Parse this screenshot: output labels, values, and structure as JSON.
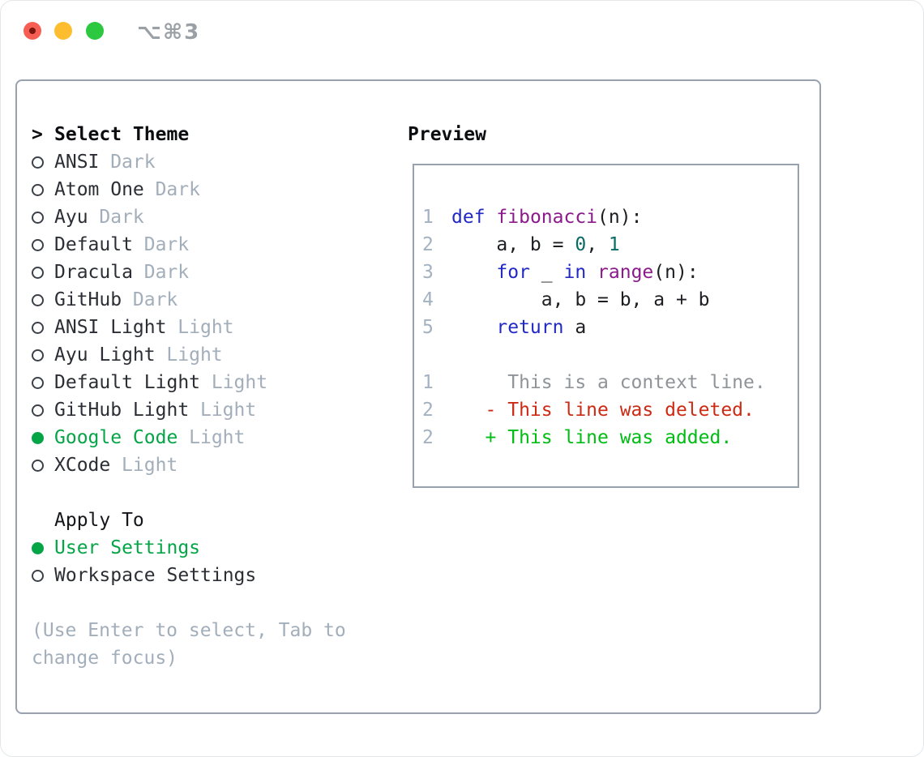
{
  "window": {
    "shortcut_label": "⌥⌘3"
  },
  "colors": {
    "border_gray": "#98a2ae",
    "selected_green": "#05a547",
    "added_green": "#00bd13",
    "deleted_red": "#cd2a14",
    "keyword_blue": "#2228c4",
    "function_purple": "#8b1a8b",
    "number_teal": "#0a6b66",
    "muted_gray": "#a3aebb",
    "line_number_gray": "#a3b2c2",
    "traffic_red": "#f75e53",
    "traffic_yellow": "#fdbd2e",
    "traffic_green": "#2bc840"
  },
  "theme_panel": {
    "header": {
      "prefix": ">",
      "label": "Select Theme"
    },
    "themes": [
      {
        "name": "ANSI",
        "tag": "Dark",
        "selected": false
      },
      {
        "name": "Atom One",
        "tag": "Dark",
        "selected": false
      },
      {
        "name": "Ayu",
        "tag": "Dark",
        "selected": false
      },
      {
        "name": "Default",
        "tag": "Dark",
        "selected": false
      },
      {
        "name": "Dracula",
        "tag": "Dark",
        "selected": false
      },
      {
        "name": "GitHub",
        "tag": "Dark",
        "selected": false
      },
      {
        "name": "ANSI Light",
        "tag": "Light",
        "selected": false
      },
      {
        "name": "Ayu Light",
        "tag": "Light",
        "selected": false
      },
      {
        "name": "Default Light",
        "tag": "Light",
        "selected": false
      },
      {
        "name": "GitHub Light",
        "tag": "Light",
        "selected": false
      },
      {
        "name": "Google Code",
        "tag": "Light",
        "selected": true
      },
      {
        "name": "XCode",
        "tag": "Light",
        "selected": false
      }
    ],
    "apply_to": {
      "label": "Apply To",
      "options": [
        {
          "name": "User Settings",
          "selected": true
        },
        {
          "name": "Workspace Settings",
          "selected": false
        }
      ]
    },
    "hint_line1": "(Use Enter to select, Tab to",
    "hint_line2": "change focus)"
  },
  "preview": {
    "title": "Preview",
    "code_lines": [
      {
        "num": "1",
        "segments": {
          "0": {
            "text": "def"
          },
          "1": {
            "text": " "
          },
          "2": {
            "text": "fibonacci"
          },
          "3": {
            "text": "(n):"
          }
        }
      },
      {
        "num": "2",
        "segments": {
          "0": {
            "text": "    a, b = "
          },
          "1": {
            "text": "0"
          },
          "2": {
            "text": ", "
          },
          "3": {
            "text": "1"
          }
        }
      },
      {
        "num": "3",
        "segments": {
          "0": {
            "text": "    "
          },
          "1": {
            "text": "for"
          },
          "2": {
            "text": " _ "
          },
          "3": {
            "text": "in"
          },
          "4": {
            "text": " "
          },
          "5": {
            "text": "range"
          },
          "6": {
            "text": "(n):"
          }
        }
      },
      {
        "num": "4",
        "segments": {
          "0": {
            "text": "        a, b = b, a + b"
          }
        }
      },
      {
        "num": "5",
        "segments": {
          "0": {
            "text": "    "
          },
          "1": {
            "text": "return"
          },
          "2": {
            "text": " a"
          }
        }
      },
      {
        "num": "",
        "segments": {
          "0": {
            "text": ""
          }
        }
      },
      {
        "num": "1",
        "segments": {
          "0": {
            "text": "     This is a context line."
          }
        }
      },
      {
        "num": "2",
        "segments": {
          "0": {
            "text": "   - This line was deleted."
          }
        }
      },
      {
        "num": "2",
        "segments": {
          "0": {
            "text": "   + This line was added."
          }
        }
      }
    ]
  }
}
